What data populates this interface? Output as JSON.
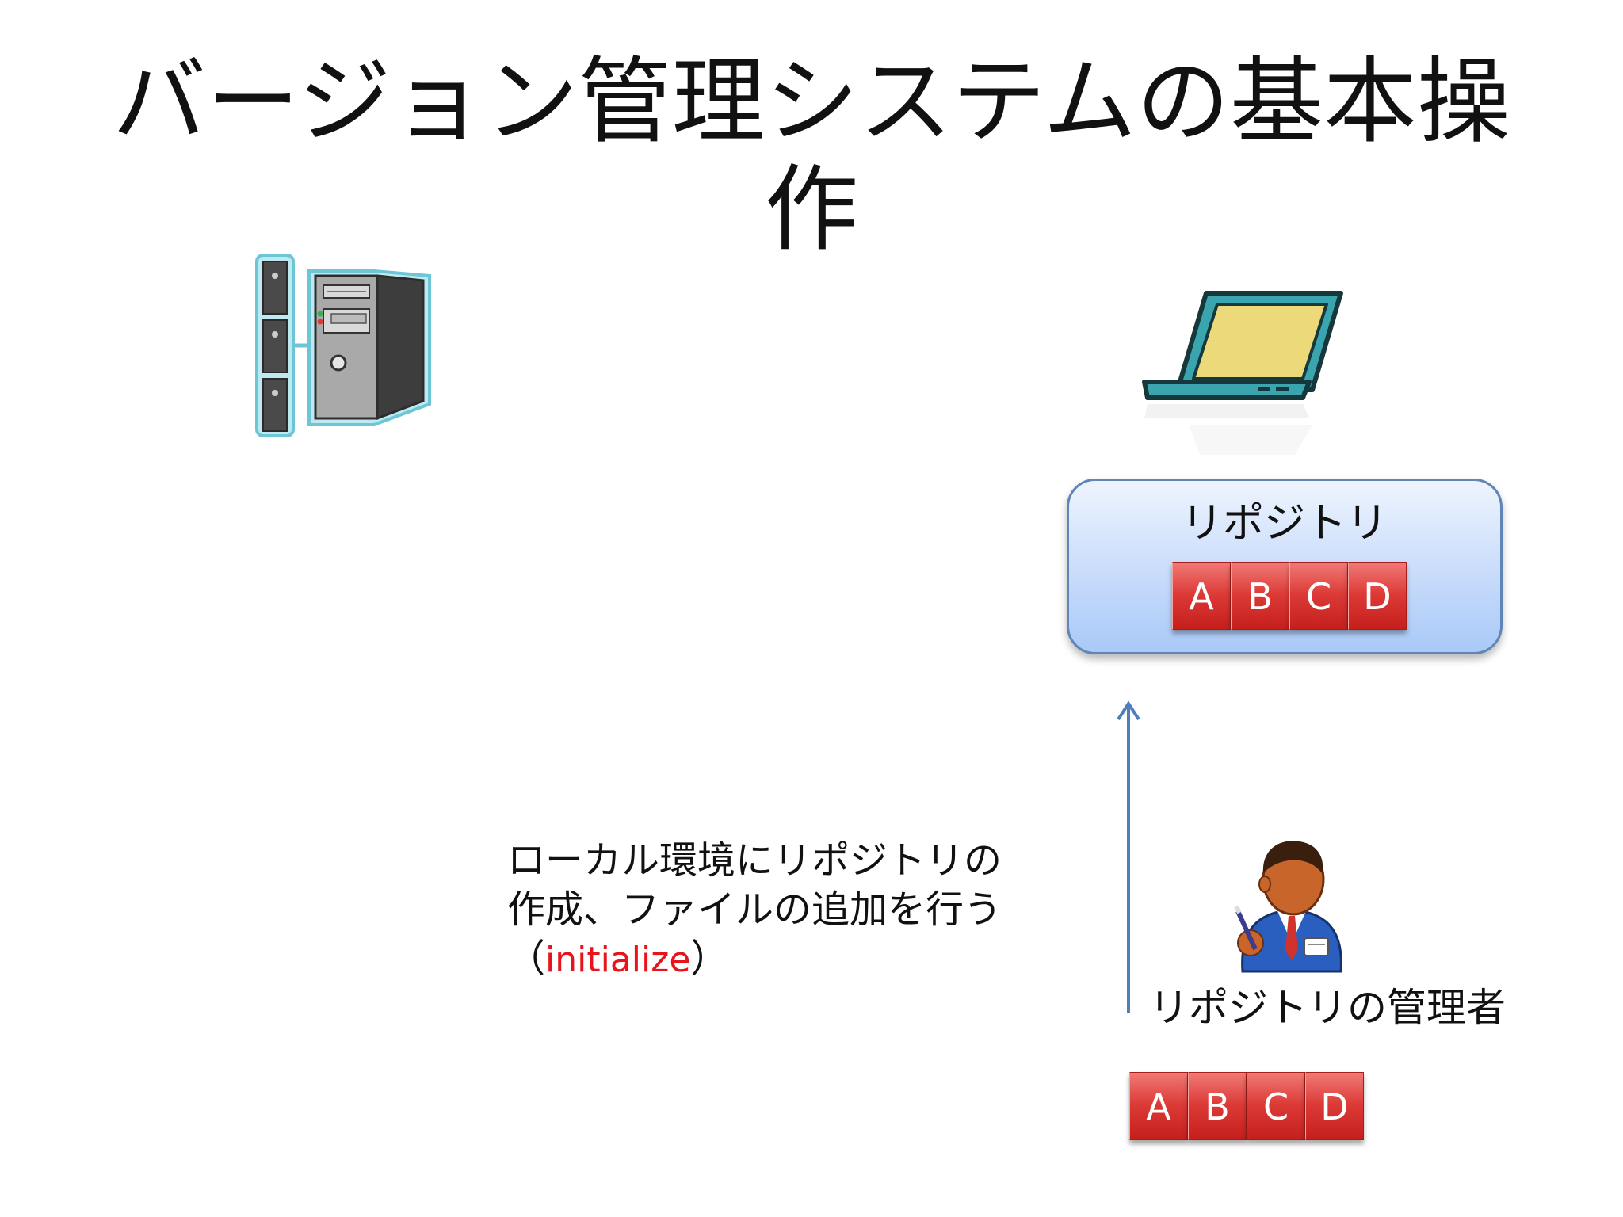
{
  "slide": {
    "title_line1": "バージョン管理システムの基本操",
    "title_line2": "作"
  },
  "remote_server": {
    "icon": "server-icon"
  },
  "local_machine": {
    "icon": "laptop-icon"
  },
  "repository": {
    "label": "リポジトリ",
    "files": [
      "A",
      "B",
      "C",
      "D"
    ]
  },
  "description": {
    "line1": "ローカル環境にリポジトリの",
    "line2": "作成、ファイルの追加を行う",
    "paren_open": "（",
    "keyword": "initialize",
    "paren_close": "）",
    "keyword_color": "#e8141b"
  },
  "admin": {
    "icon": "administrator-icon",
    "label": "リポジトリの管理者"
  },
  "local_files": [
    "A",
    "B",
    "C",
    "D"
  ],
  "colors": {
    "file_cell": "#dc3a36",
    "repo_box_border": "#5f86b7",
    "arrow": "#4f7fb8",
    "laptop_body": "#3aa5ae",
    "laptop_screen": "#ebd97a"
  }
}
